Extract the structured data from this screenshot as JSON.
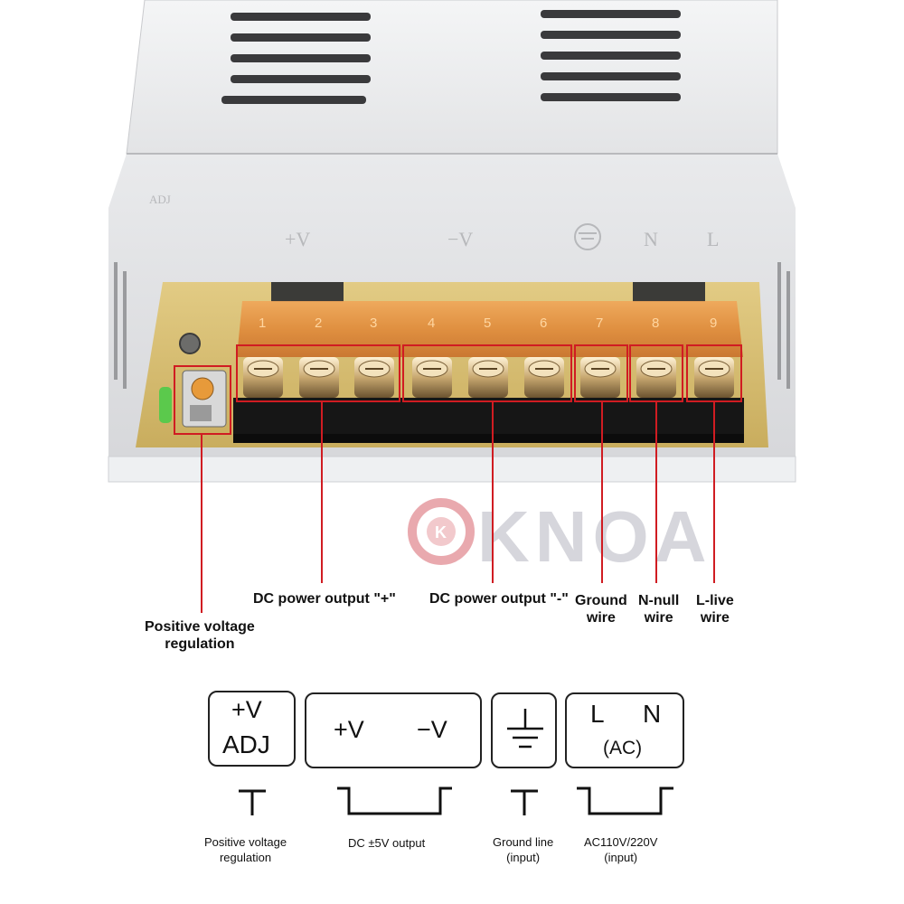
{
  "terminal_numbers": [
    "1",
    "2",
    "3",
    "4",
    "5",
    "6",
    "7",
    "8",
    "9"
  ],
  "casing_markings": {
    "adj": "ADJ",
    "v_plus": "+V",
    "v_minus": "−V",
    "n": "N",
    "l": "L"
  },
  "watermark": "KNOA",
  "watermark_logo_letter": "K",
  "callouts": {
    "positive_voltage_regulation": [
      "Positive voltage",
      "regulation"
    ],
    "dc_output_plus": "DC power output \"+\"",
    "dc_output_minus": "DC power output \"-\"",
    "ground_wire": [
      "Ground",
      "wire"
    ],
    "n_null_wire": [
      "N-null",
      "wire"
    ],
    "l_live_wire": [
      "L-live",
      "wire"
    ]
  },
  "symbols": {
    "adj_top": "+V",
    "adj_bottom": "ADJ",
    "dc_plus": "+V",
    "dc_minus": "−V",
    "ac_l": "L",
    "ac_n": "N",
    "ac_label": "(AC)"
  },
  "captions": {
    "positive_voltage_regulation": [
      "Positive voltage",
      "regulation"
    ],
    "dc_output": "DC ±5V output",
    "ground_line": [
      "Ground line",
      "(input)"
    ],
    "ac_input": [
      "AC110V/220V",
      "(input)"
    ]
  },
  "colors": {
    "callout_line": "#d01c22",
    "terminal_cover": "#e88a2c",
    "pcb": "#d9c074",
    "casing": "#e6e7e9"
  }
}
